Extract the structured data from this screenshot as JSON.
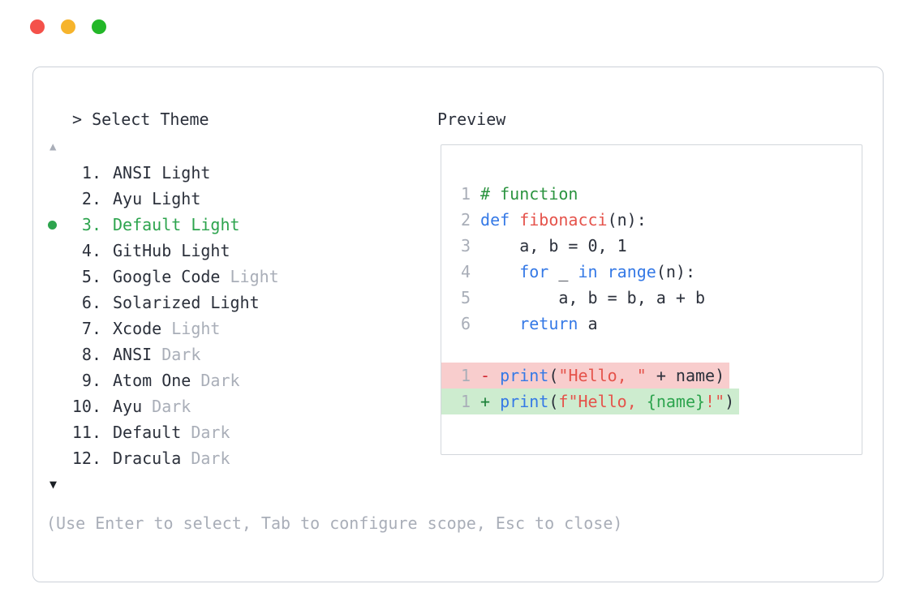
{
  "window": {
    "controls": [
      {
        "name": "close",
        "color": "#f4514a"
      },
      {
        "name": "minimize",
        "color": "#f6b42c"
      },
      {
        "name": "zoom",
        "color": "#23b728"
      }
    ]
  },
  "colors": {
    "text": "#2b303b",
    "muted": "#a9aeb8",
    "selected_green": "#2da44e",
    "keyword_blue": "#3579e6",
    "name_red": "#e5534b",
    "comment_green": "#2c9440",
    "interp_green": "#2da44e",
    "del_red": "#d1242f",
    "add_green": "#1a7f37",
    "diff_removed_bg": "#f8cdcd",
    "diff_added_bg": "#cdeccf",
    "panel_border": "#ccd1d8",
    "preview_border": "#d3d7dc"
  },
  "theme_picker": {
    "prompt": "> Select Theme",
    "scroll_up": "▲",
    "scroll_down": "▼",
    "help_text": "(Use Enter to select, Tab to configure scope, Esc to close)",
    "items": [
      {
        "number": "1.",
        "parts": [
          {
            "text": "ANSI Light",
            "muted": false
          }
        ],
        "selected": false
      },
      {
        "number": "2.",
        "parts": [
          {
            "text": "Ayu Light",
            "muted": false
          }
        ],
        "selected": false
      },
      {
        "number": "3.",
        "parts": [
          {
            "text": "Default Light",
            "muted": false
          }
        ],
        "selected": true
      },
      {
        "number": "4.",
        "parts": [
          {
            "text": "GitHub Light",
            "muted": false
          }
        ],
        "selected": false
      },
      {
        "number": "5.",
        "parts": [
          {
            "text": "Google Code ",
            "muted": false
          },
          {
            "text": "Light",
            "muted": true
          }
        ],
        "selected": false
      },
      {
        "number": "6.",
        "parts": [
          {
            "text": "Solarized Light",
            "muted": false
          }
        ],
        "selected": false
      },
      {
        "number": "7.",
        "parts": [
          {
            "text": "Xcode ",
            "muted": false
          },
          {
            "text": "Light",
            "muted": true
          }
        ],
        "selected": false
      },
      {
        "number": "8.",
        "parts": [
          {
            "text": "ANSI ",
            "muted": false
          },
          {
            "text": "Dark",
            "muted": true
          }
        ],
        "selected": false
      },
      {
        "number": "9.",
        "parts": [
          {
            "text": "Atom One ",
            "muted": false
          },
          {
            "text": "Dark",
            "muted": true
          }
        ],
        "selected": false
      },
      {
        "number": "10.",
        "parts": [
          {
            "text": "Ayu ",
            "muted": false
          },
          {
            "text": "Dark",
            "muted": true
          }
        ],
        "selected": false
      },
      {
        "number": "11.",
        "parts": [
          {
            "text": "Default ",
            "muted": false
          },
          {
            "text": "Dark",
            "muted": true
          }
        ],
        "selected": false
      },
      {
        "number": "12.",
        "parts": [
          {
            "text": "Dracula ",
            "muted": false
          },
          {
            "text": "Dark",
            "muted": true
          }
        ],
        "selected": false
      }
    ]
  },
  "preview": {
    "title": "Preview",
    "code_lines": [
      {
        "lineno": "1",
        "tokens": [
          {
            "t": "# function",
            "c": "comment"
          }
        ]
      },
      {
        "lineno": "2",
        "tokens": [
          {
            "t": "def ",
            "c": "kw"
          },
          {
            "t": "fibonacci",
            "c": "fn"
          },
          {
            "t": "(n):",
            "c": "plain"
          }
        ]
      },
      {
        "lineno": "3",
        "tokens": [
          {
            "t": "    a, b = 0, 1",
            "c": "plain"
          }
        ]
      },
      {
        "lineno": "4",
        "tokens": [
          {
            "t": "    ",
            "c": "plain"
          },
          {
            "t": "for",
            "c": "kw"
          },
          {
            "t": " _ ",
            "c": "plain"
          },
          {
            "t": "in",
            "c": "kw"
          },
          {
            "t": " ",
            "c": "plain"
          },
          {
            "t": "range",
            "c": "kw"
          },
          {
            "t": "(n):",
            "c": "plain"
          }
        ]
      },
      {
        "lineno": "5",
        "tokens": [
          {
            "t": "        a, b = b, a + b",
            "c": "plain"
          }
        ]
      },
      {
        "lineno": "6",
        "tokens": [
          {
            "t": "    ",
            "c": "plain"
          },
          {
            "t": "return",
            "c": "kw"
          },
          {
            "t": " a",
            "c": "plain"
          }
        ]
      }
    ],
    "diff_lines": [
      {
        "lineno": "1",
        "marker": "-",
        "kind": "removed",
        "tokens": [
          {
            "t": "print",
            "c": "kw"
          },
          {
            "t": "(",
            "c": "plain"
          },
          {
            "t": "\"Hello, \"",
            "c": "str"
          },
          {
            "t": " + name)",
            "c": "plain"
          }
        ]
      },
      {
        "lineno": "1",
        "marker": "+",
        "kind": "added",
        "tokens": [
          {
            "t": "print",
            "c": "kw"
          },
          {
            "t": "(",
            "c": "plain"
          },
          {
            "t": "f\"Hello, ",
            "c": "str"
          },
          {
            "t": "{name}",
            "c": "interp"
          },
          {
            "t": "!\"",
            "c": "str"
          },
          {
            "t": ")",
            "c": "plain"
          }
        ]
      }
    ]
  }
}
